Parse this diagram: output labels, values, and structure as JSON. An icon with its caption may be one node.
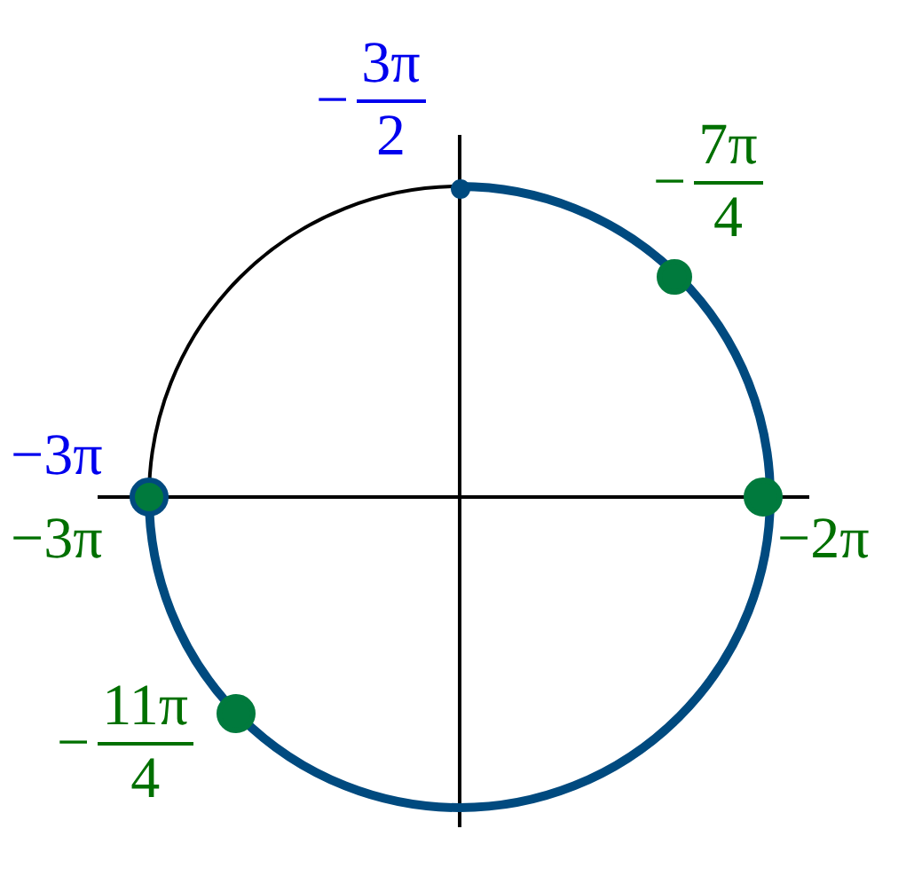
{
  "diagram": {
    "nodes": [
      {
        "text": [],
        "shape": "circle",
        "beside": [
          "−",
          "3π",
          "2"
        ]
      },
      {
        "text": [],
        "shape": "circle",
        "beside": [
          "−",
          "7π",
          "4"
        ]
      },
      {
        "text": [],
        "shape": "circle",
        "beside": [
          "−3π",
          "−3π"
        ]
      },
      {
        "text": [],
        "shape": "circle",
        "beside": [
          "−2π"
        ]
      },
      {
        "text": [],
        "shape": "circle",
        "beside": [
          "−",
          "11π",
          "4"
        ]
      }
    ]
  }
}
